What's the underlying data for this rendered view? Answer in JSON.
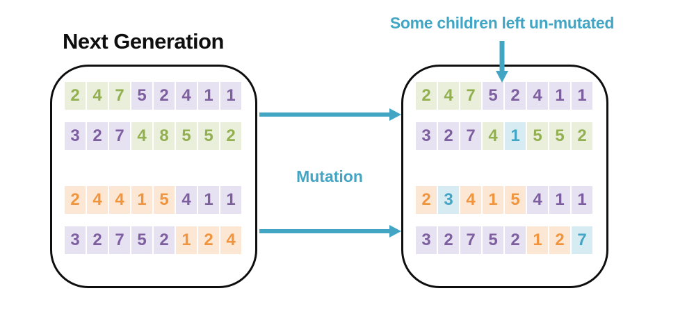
{
  "title": "Next Generation",
  "annotation": "Some children left un-mutated",
  "mutation_label": "Mutation",
  "colors": {
    "accent_teal": "#42A5C4",
    "green_text": "#92B050",
    "green_bg": "#E9EFDB",
    "purple_text": "#7D5FA0",
    "purple_bg": "#E7E2F2",
    "orange_text": "#F0943E",
    "orange_bg": "#FCE7D4",
    "mutated_text": "#42A5C4",
    "mutated_bg": "#D6EBF2",
    "outline": "#0E0E0E"
  },
  "boxes": [
    {
      "name": "before-mutation",
      "rows": [
        [
          {
            "v": "2",
            "c": "green"
          },
          {
            "v": "4",
            "c": "green"
          },
          {
            "v": "7",
            "c": "green"
          },
          {
            "v": "5",
            "c": "purple"
          },
          {
            "v": "2",
            "c": "purple"
          },
          {
            "v": "4",
            "c": "purple"
          },
          {
            "v": "1",
            "c": "purple"
          },
          {
            "v": "1",
            "c": "purple"
          }
        ],
        [
          {
            "v": "3",
            "c": "purple"
          },
          {
            "v": "2",
            "c": "purple"
          },
          {
            "v": "7",
            "c": "purple"
          },
          {
            "v": "4",
            "c": "green"
          },
          {
            "v": "8",
            "c": "green"
          },
          {
            "v": "5",
            "c": "green"
          },
          {
            "v": "5",
            "c": "green"
          },
          {
            "v": "2",
            "c": "green"
          }
        ],
        [
          {
            "v": "2",
            "c": "orange"
          },
          {
            "v": "4",
            "c": "orange"
          },
          {
            "v": "4",
            "c": "orange"
          },
          {
            "v": "1",
            "c": "orange"
          },
          {
            "v": "5",
            "c": "orange"
          },
          {
            "v": "4",
            "c": "purple"
          },
          {
            "v": "1",
            "c": "purple"
          },
          {
            "v": "1",
            "c": "purple"
          }
        ],
        [
          {
            "v": "3",
            "c": "purple"
          },
          {
            "v": "2",
            "c": "purple"
          },
          {
            "v": "7",
            "c": "purple"
          },
          {
            "v": "5",
            "c": "purple"
          },
          {
            "v": "2",
            "c": "purple"
          },
          {
            "v": "1",
            "c": "orange"
          },
          {
            "v": "2",
            "c": "orange"
          },
          {
            "v": "4",
            "c": "orange"
          }
        ]
      ]
    },
    {
      "name": "after-mutation",
      "rows": [
        [
          {
            "v": "2",
            "c": "green"
          },
          {
            "v": "4",
            "c": "green"
          },
          {
            "v": "7",
            "c": "green"
          },
          {
            "v": "5",
            "c": "purple"
          },
          {
            "v": "2",
            "c": "purple"
          },
          {
            "v": "4",
            "c": "purple"
          },
          {
            "v": "1",
            "c": "purple"
          },
          {
            "v": "1",
            "c": "purple"
          }
        ],
        [
          {
            "v": "3",
            "c": "purple"
          },
          {
            "v": "2",
            "c": "purple"
          },
          {
            "v": "7",
            "c": "purple"
          },
          {
            "v": "4",
            "c": "green"
          },
          {
            "v": "1",
            "c": "mutated"
          },
          {
            "v": "5",
            "c": "green"
          },
          {
            "v": "5",
            "c": "green"
          },
          {
            "v": "2",
            "c": "green"
          }
        ],
        [
          {
            "v": "2",
            "c": "orange"
          },
          {
            "v": "3",
            "c": "mutated"
          },
          {
            "v": "4",
            "c": "orange"
          },
          {
            "v": "1",
            "c": "orange"
          },
          {
            "v": "5",
            "c": "orange"
          },
          {
            "v": "4",
            "c": "purple"
          },
          {
            "v": "1",
            "c": "purple"
          },
          {
            "v": "1",
            "c": "purple"
          }
        ],
        [
          {
            "v": "3",
            "c": "purple"
          },
          {
            "v": "2",
            "c": "purple"
          },
          {
            "v": "7",
            "c": "purple"
          },
          {
            "v": "5",
            "c": "purple"
          },
          {
            "v": "2",
            "c": "purple"
          },
          {
            "v": "1",
            "c": "orange"
          },
          {
            "v": "2",
            "c": "orange"
          },
          {
            "v": "7",
            "c": "mutated"
          }
        ]
      ]
    }
  ]
}
